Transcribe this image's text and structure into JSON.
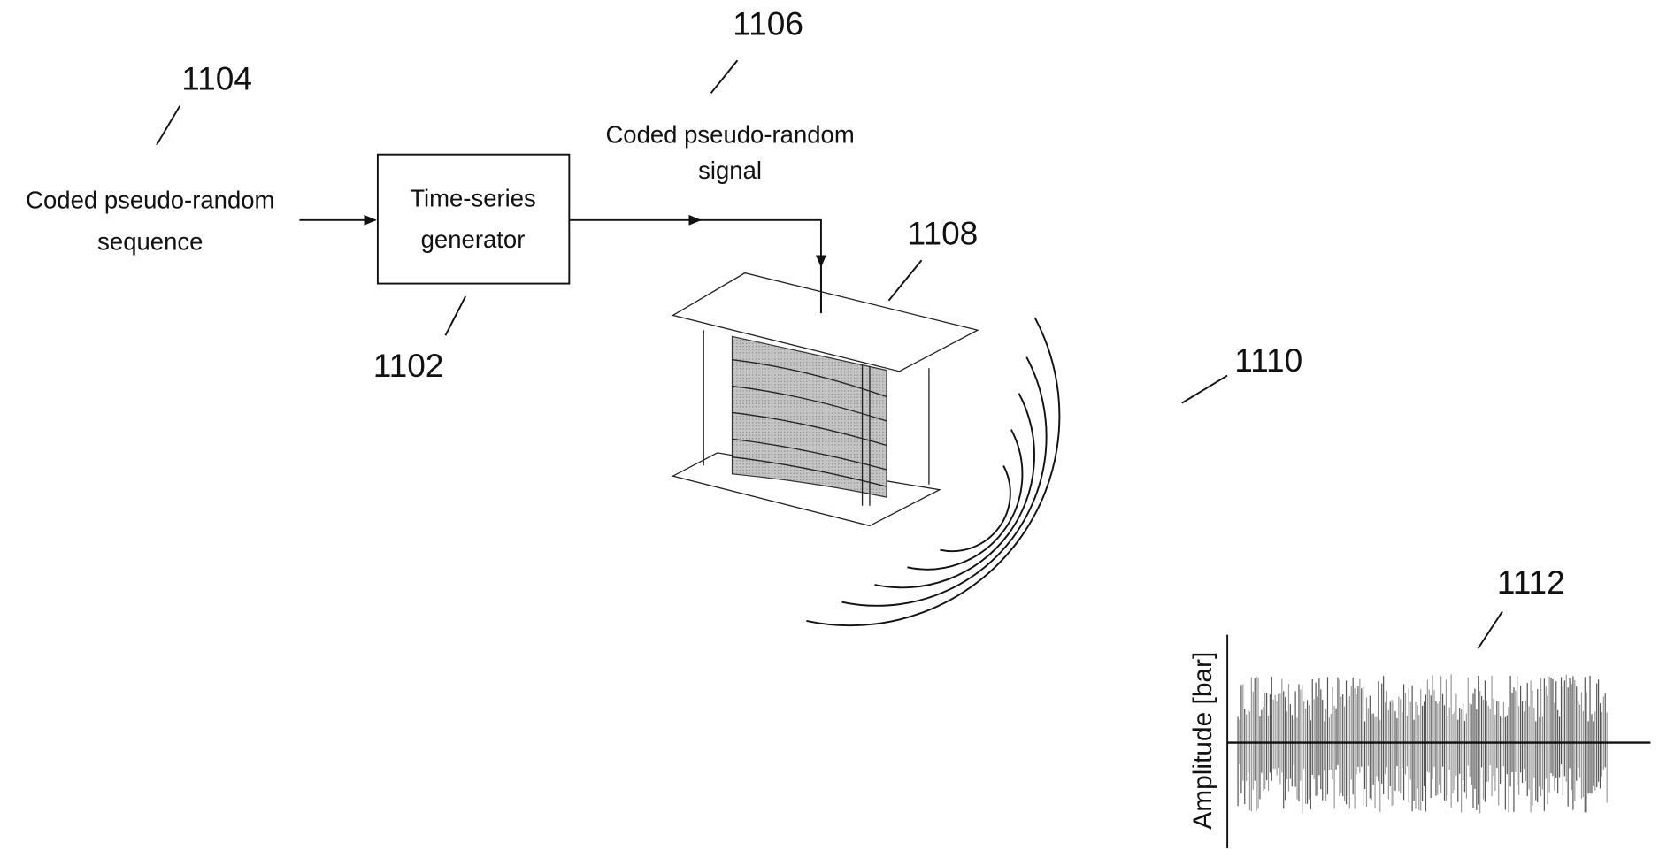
{
  "refs": {
    "generator": "1102",
    "sequence": "1104",
    "signal": "1106",
    "transducer": "1108",
    "waves": "1110",
    "waveform": "1112"
  },
  "input_label": {
    "line1": "Coded pseudo-random",
    "line2": "sequence"
  },
  "generator_box": {
    "line1": "Time-series",
    "line2": "generator"
  },
  "signal_label": {
    "line1": "Coded pseudo-random",
    "line2": "signal"
  },
  "waveform_plot": {
    "ylabel": "Amplitude [bar]"
  },
  "colors": {
    "ink": "#111111",
    "fill_gray": "#b8b8b8"
  }
}
